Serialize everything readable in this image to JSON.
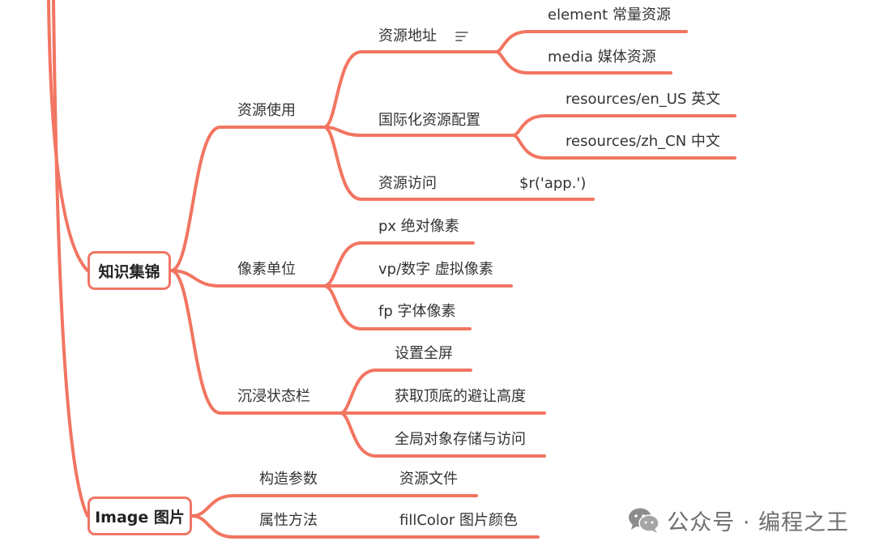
{
  "colors": {
    "branch": "#f27561",
    "text": "#333333"
  },
  "roots": [
    {
      "label": "知识集锦",
      "children": [
        {
          "label": "资源使用",
          "children": [
            {
              "label": "资源地址",
              "icon": "notes-icon",
              "children": [
                {
                  "label": "element 常量资源"
                },
                {
                  "label": "media 媒体资源"
                }
              ]
            },
            {
              "label": "国际化资源配置",
              "children": [
                {
                  "label": "resources/en_US 英文"
                },
                {
                  "label": "resources/zh_CN 中文"
                }
              ]
            },
            {
              "label": "资源访问",
              "note": "$r('app.')"
            }
          ]
        },
        {
          "label": "像素单位",
          "children": [
            {
              "label": "px 绝对像素"
            },
            {
              "label": "vp/数字 虚拟像素"
            },
            {
              "label": "fp 字体像素"
            }
          ]
        },
        {
          "label": "沉浸状态栏",
          "children": [
            {
              "label": "设置全屏"
            },
            {
              "label": "获取顶底的避让高度"
            },
            {
              "label": "全局对象存储与访问"
            }
          ]
        }
      ]
    },
    {
      "label": "Image 图片",
      "children": [
        {
          "label": "构造参数",
          "note": "资源文件"
        },
        {
          "label": "属性方法",
          "note": "fillColor 图片颜色"
        }
      ]
    }
  ],
  "watermark": {
    "text": "公众号 · 编程之王",
    "icon": "wechat-icon"
  }
}
